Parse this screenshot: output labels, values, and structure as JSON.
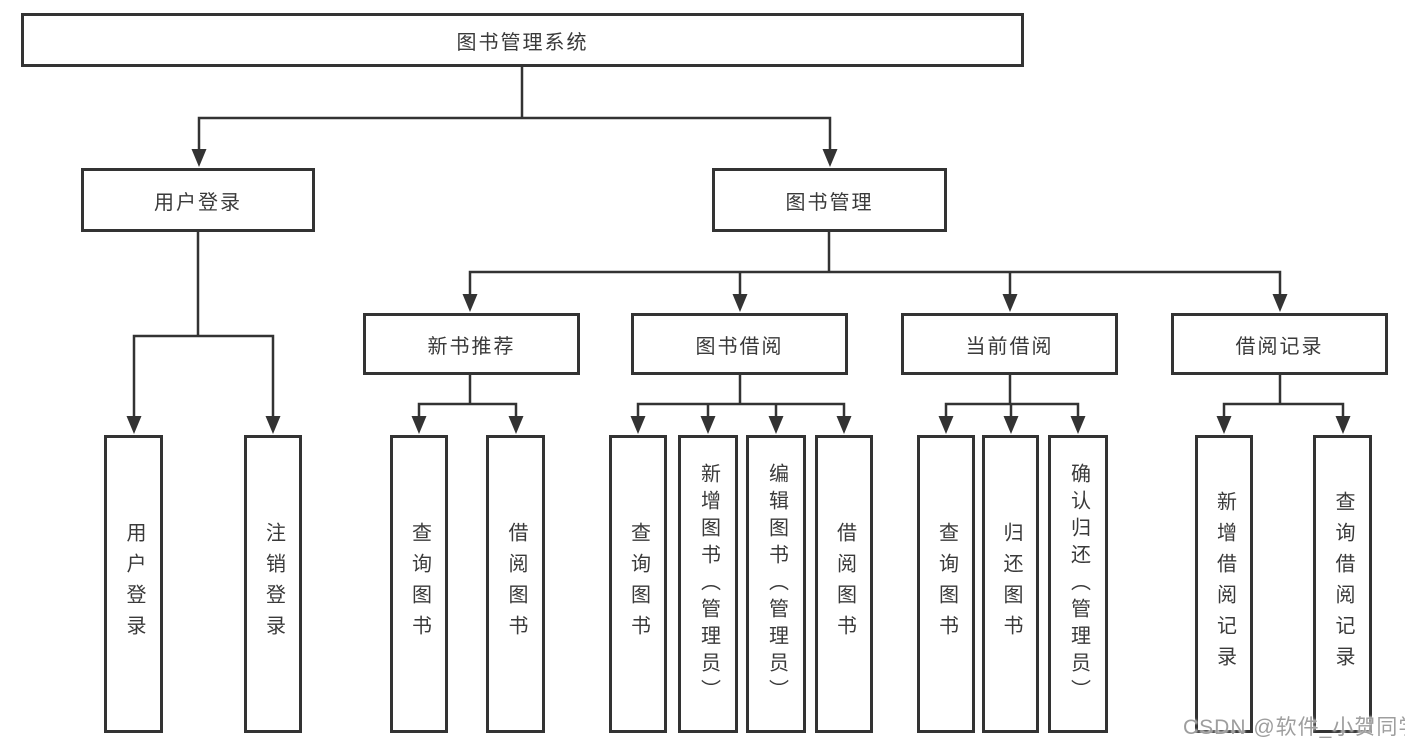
{
  "diagram": {
    "title": "图书管理系统",
    "level2": [
      {
        "label": "用户登录",
        "children": [
          "用户登录",
          "注销登录"
        ]
      },
      {
        "label": "图书管理",
        "children": [
          {
            "label": "新书推荐",
            "children": [
              "查询图书",
              "借阅图书"
            ]
          },
          {
            "label": "图书借阅",
            "children": [
              "查询图书",
              "新增图书（管理员）",
              "编辑图书（管理员）",
              "借阅图书"
            ]
          },
          {
            "label": "当前借阅",
            "children": [
              "查询图书",
              "归还图书",
              "确认归还（管理员）"
            ]
          },
          {
            "label": "借阅记录",
            "children": [
              "新增借阅记录",
              "查询借阅记录"
            ]
          }
        ]
      }
    ]
  },
  "watermark": "CSDN @软件_小贺同学",
  "colors": {
    "background": "#ffffff",
    "line": "#333333",
    "box_border": "#333333",
    "text": "#3a3a3a",
    "watermark": "#9e9e9e"
  }
}
